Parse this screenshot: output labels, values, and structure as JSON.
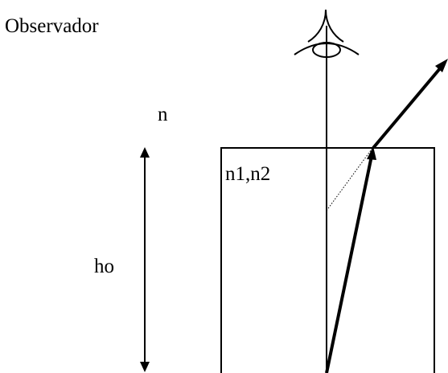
{
  "labels": {
    "observer": "Observador",
    "outer_medium": "n",
    "inner_media": "n1,n2",
    "height": "ho"
  },
  "colors": {
    "ink": "#000000",
    "background": "#ffffff"
  },
  "icons": {
    "observer": "eye-icon"
  }
}
